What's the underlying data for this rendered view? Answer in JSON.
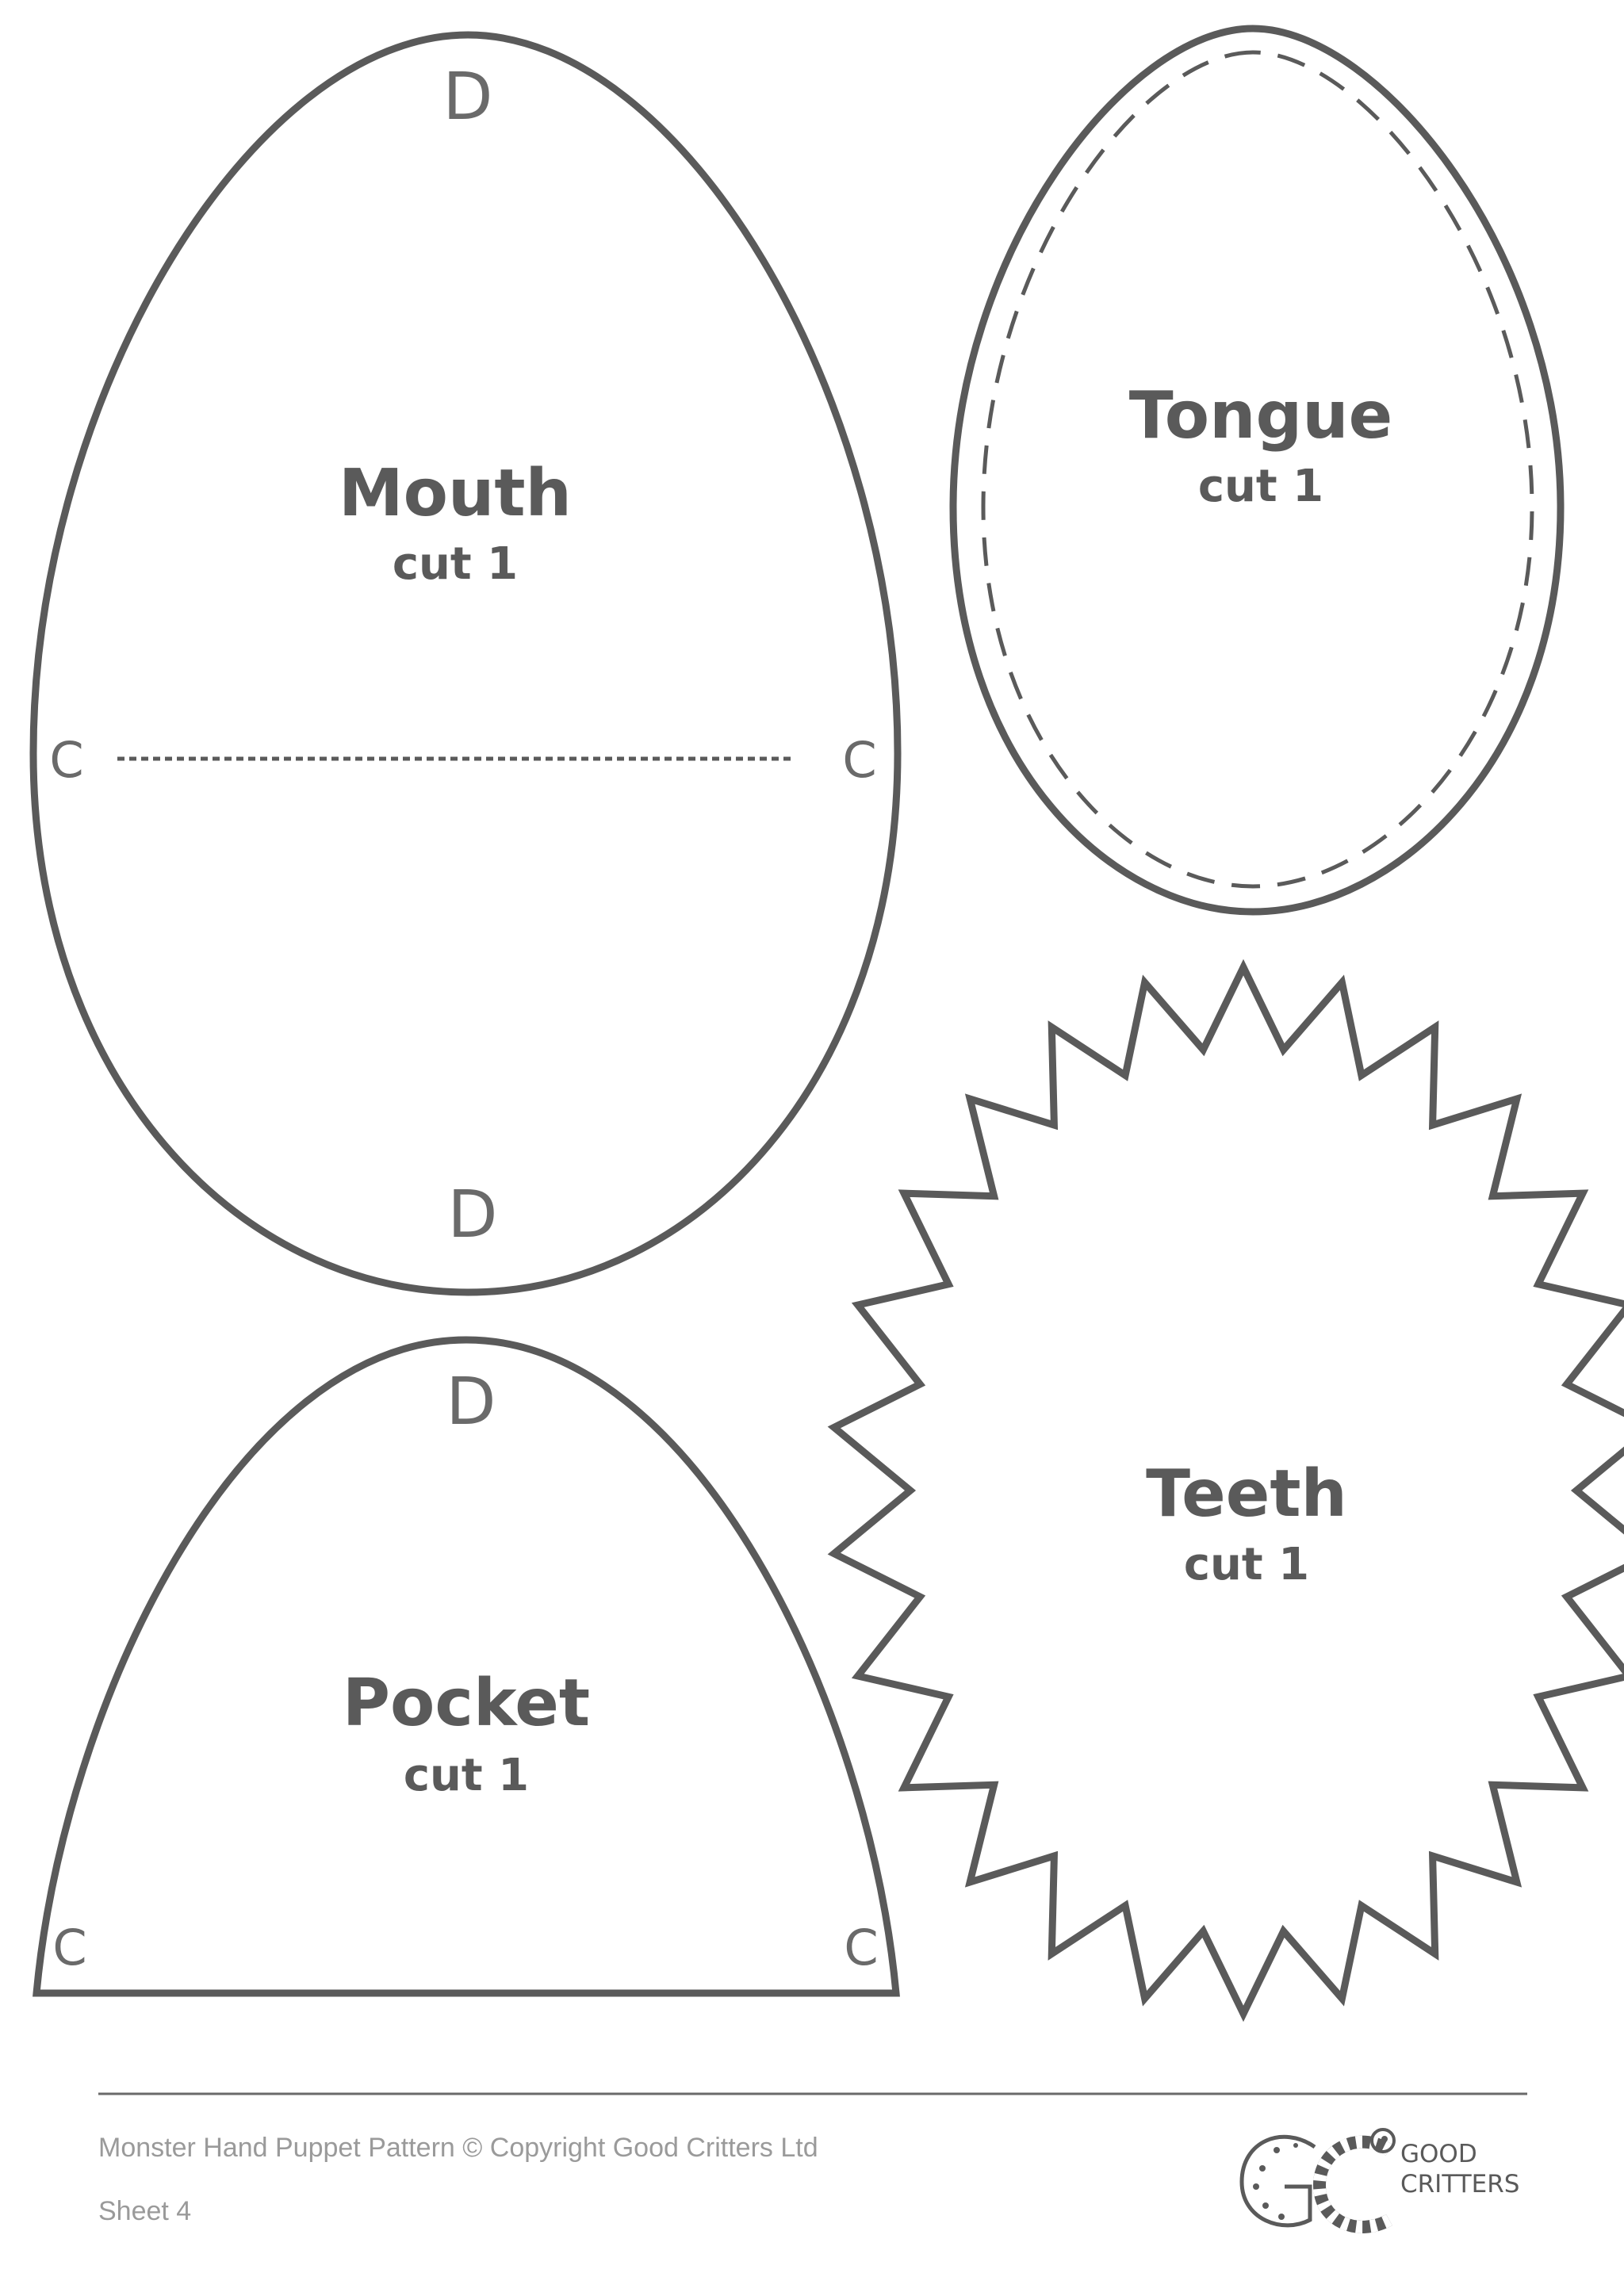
{
  "pieces": {
    "mouth": {
      "title": "Mouth",
      "cut": "cut 1",
      "marker_top": "D",
      "marker_bottom": "D",
      "marker_left": "C",
      "marker_right": "C"
    },
    "tongue": {
      "title": "Tongue",
      "cut": "cut 1"
    },
    "teeth": {
      "title": "Teeth",
      "cut": "cut 1"
    },
    "pocket": {
      "title": "Pocket",
      "cut": "cut 1",
      "marker_top": "D",
      "marker_left": "C",
      "marker_right": "C"
    }
  },
  "footer": {
    "copyright": "Monster Hand Puppet Pattern © Copyright Good Critters Ltd",
    "sheet": "Sheet 4"
  },
  "brand": {
    "logo_letters": "GC",
    "name_line1": "GOOD",
    "name_line2": "CRITTERS"
  },
  "colors": {
    "line": "#5a5a5a",
    "footer_text": "#9a9a9a",
    "background": "#ffffff"
  }
}
